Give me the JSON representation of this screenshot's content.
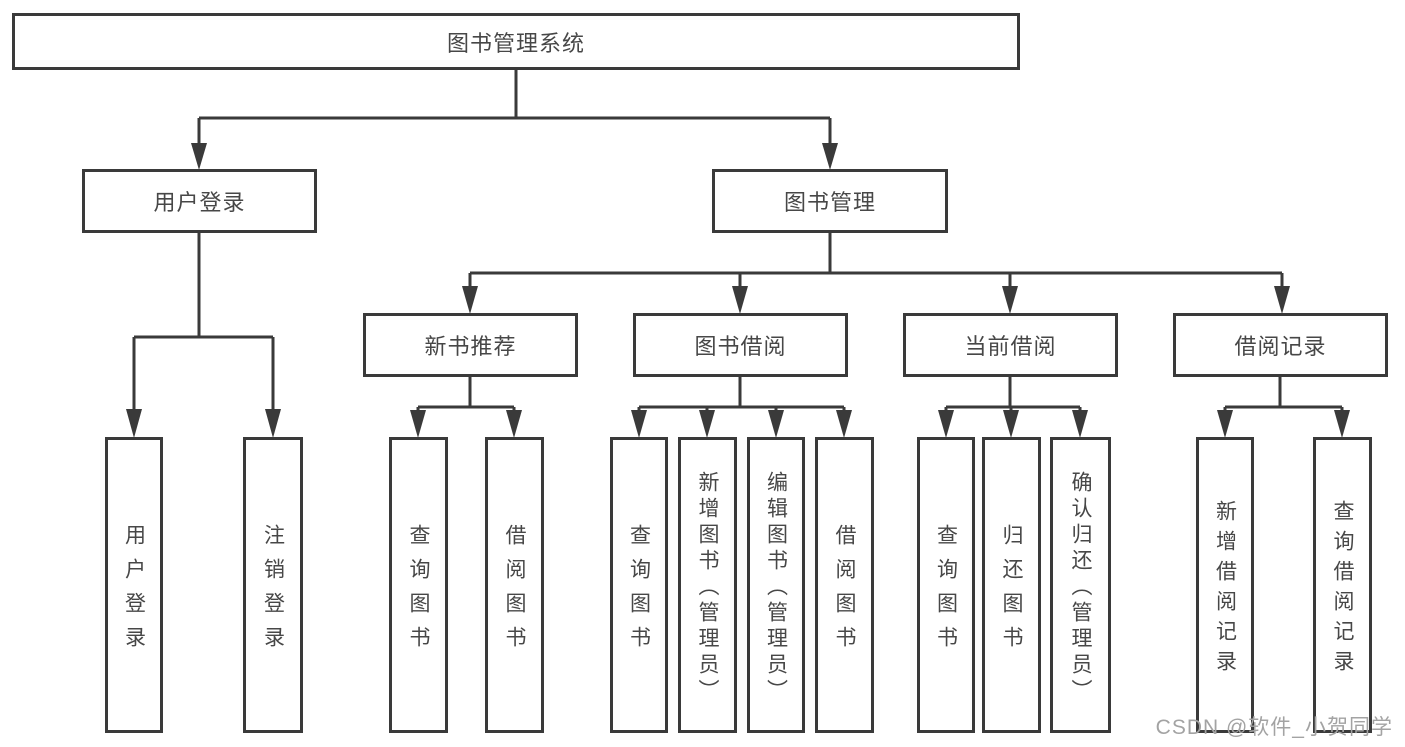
{
  "diagram": {
    "root": {
      "label": "图书管理系统"
    },
    "level1": [
      {
        "label": "用户登录"
      },
      {
        "label": "图书管理"
      }
    ],
    "level2": [
      {
        "label": "新书推荐"
      },
      {
        "label": "图书借阅"
      },
      {
        "label": "当前借阅"
      },
      {
        "label": "借阅记录"
      }
    ],
    "leaves": [
      {
        "label": "用户登录"
      },
      {
        "label": "注销登录"
      },
      {
        "label": "查询图书"
      },
      {
        "label": "借阅图书"
      },
      {
        "label": "查询图书"
      },
      {
        "label": "新增图书（管理员）"
      },
      {
        "label": "编辑图书（管理员）"
      },
      {
        "label": "借阅图书"
      },
      {
        "label": "查询图书"
      },
      {
        "label": "归还图书"
      },
      {
        "label": "确认归还（管理员）"
      },
      {
        "label": "新增借阅记录"
      },
      {
        "label": "查询借阅记录"
      }
    ]
  },
  "watermark": "CSDN @软件_小贺同学",
  "colors": {
    "line": "#3a3a3a",
    "box_border": "#3a3a3a",
    "text": "#474747",
    "watermark": "#a3a3a3",
    "background": "#ffffff"
  }
}
